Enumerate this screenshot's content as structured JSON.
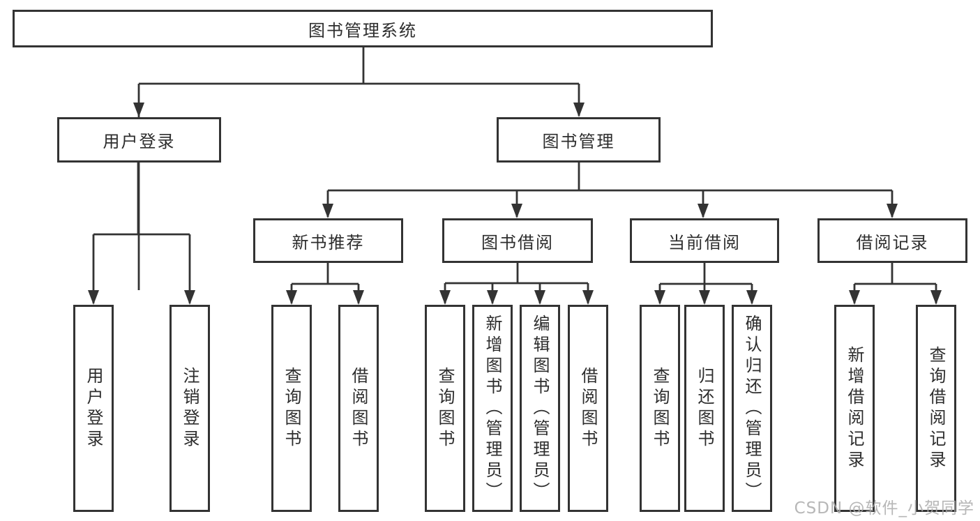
{
  "nodes": {
    "root": {
      "label": "图书管理系统"
    },
    "level2": [
      {
        "id": "user-login",
        "label": "用户登录"
      },
      {
        "id": "book-management",
        "label": "图书管理"
      }
    ],
    "level3": [
      {
        "id": "new-book-recommend",
        "label": "新书推荐"
      },
      {
        "id": "book-borrow",
        "label": "图书借阅"
      },
      {
        "id": "current-borrow",
        "label": "当前借阅"
      },
      {
        "id": "borrow-records",
        "label": "借阅记录"
      }
    ],
    "leaves": [
      {
        "id": "user-login",
        "label": "用户登录"
      },
      {
        "id": "logout",
        "label": "注销登录"
      },
      {
        "id": "query-books-recommend",
        "label": "查询图书"
      },
      {
        "id": "borrow-books-recommend",
        "label": "借阅图书"
      },
      {
        "id": "query-books-borrow",
        "label": "查询图书"
      },
      {
        "id": "add-books-admin",
        "label": "新增图书（管理员）"
      },
      {
        "id": "edit-books-admin",
        "label": "编辑图书（管理员）"
      },
      {
        "id": "borrow-books",
        "label": "借阅图书"
      },
      {
        "id": "query-books-current",
        "label": "查询图书"
      },
      {
        "id": "return-books",
        "label": "归还图书"
      },
      {
        "id": "confirm-return-admin",
        "label": "确认归还（管理员）"
      },
      {
        "id": "add-borrow-record",
        "label": "新增借阅记录"
      },
      {
        "id": "query-borrow-record",
        "label": "查询借阅记录"
      }
    ]
  },
  "watermark": {
    "text": "CSDN @软件_小贺同学"
  },
  "colors": {
    "line": "#333333",
    "text": "#2d2d2d",
    "background": "#ffffff",
    "watermark": "#aaaaaa"
  }
}
